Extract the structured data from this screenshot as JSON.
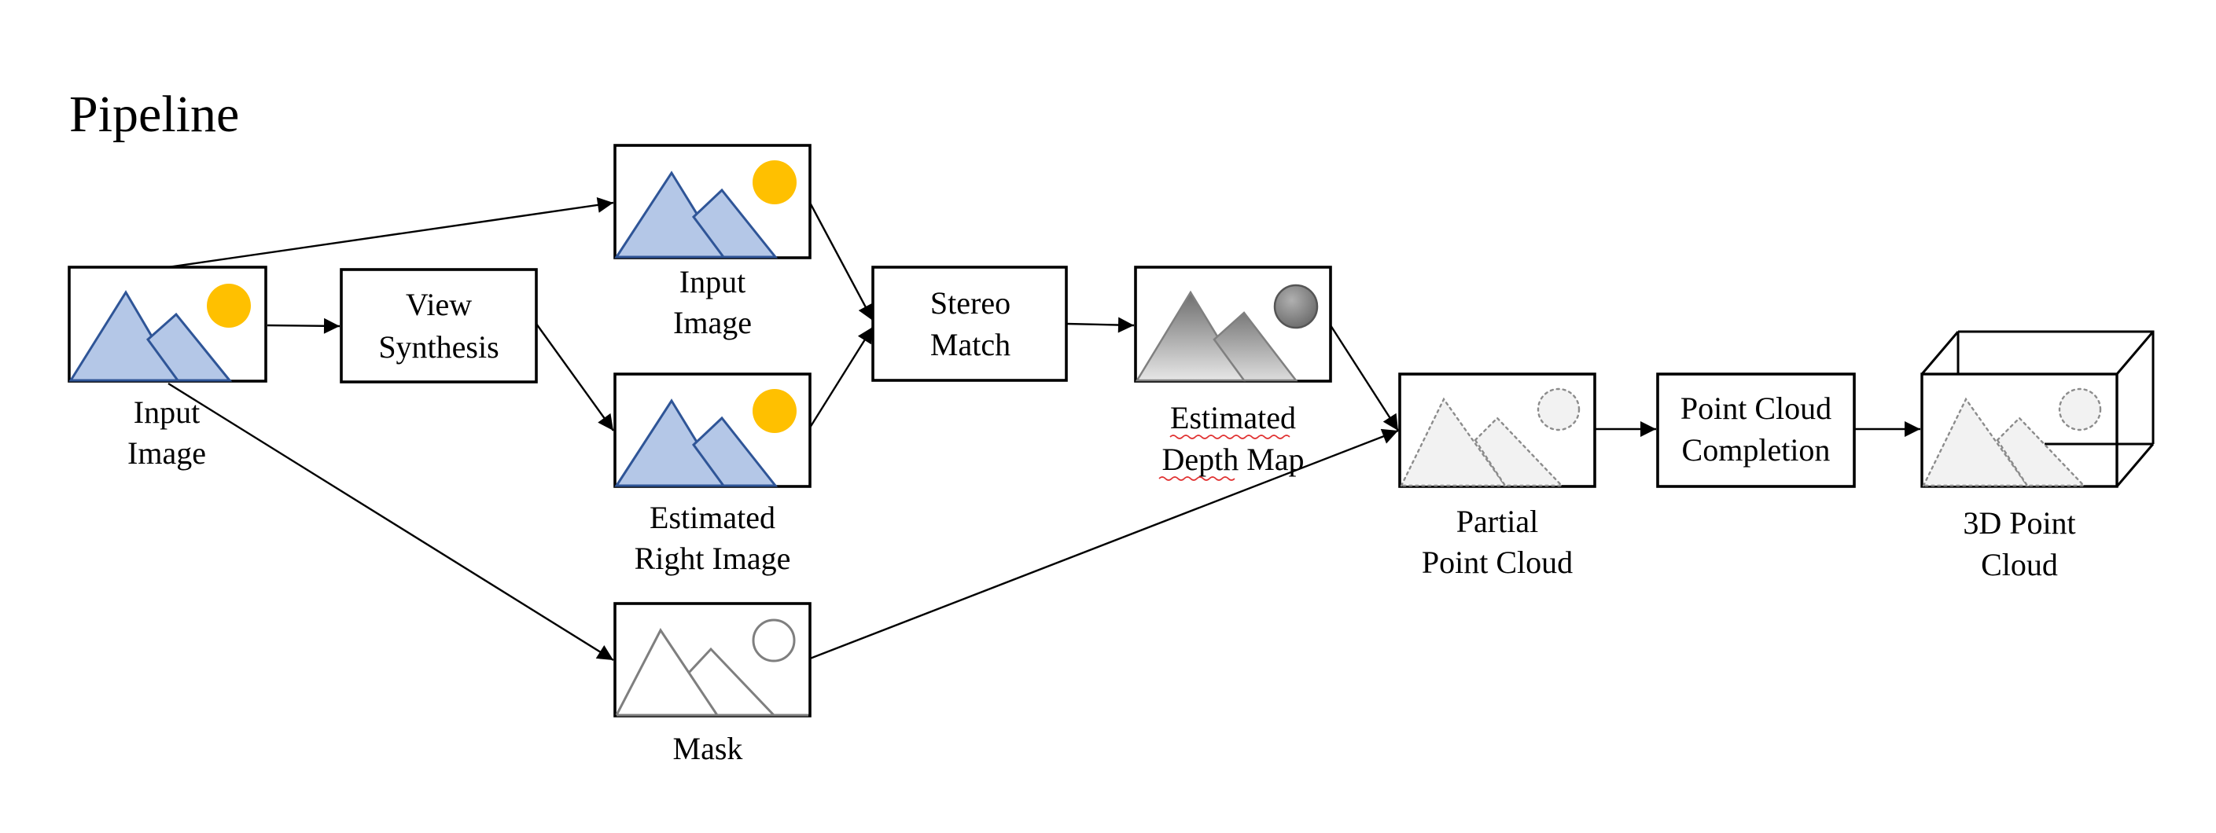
{
  "title": "Pipeline",
  "nodes": {
    "input_image": {
      "line1": "Input",
      "line2": "Image"
    },
    "view_synthesis": {
      "line1": "View",
      "line2": "Synthesis"
    },
    "top_input_image": {
      "line1": "Input",
      "line2": "Image"
    },
    "estimated_right_image": {
      "line1": "Estimated",
      "line2": "Right Image"
    },
    "mask": {
      "line1": "Mask"
    },
    "stereo_match": {
      "line1": "Stereo",
      "line2": "Match"
    },
    "estimated_depth_map": {
      "line1": "Estimated",
      "line2": "Depth Map"
    },
    "partial_point_cloud": {
      "line1": "Partial",
      "line2": "Point Cloud"
    },
    "point_cloud_completion": {
      "line1": "Point Cloud",
      "line2": "Completion"
    },
    "point_cloud_3d": {
      "line1": "3D Point",
      "line2": "Cloud"
    }
  },
  "colors": {
    "mountain_fill": "#b4c7e7",
    "mountain_stroke": "#2f5597",
    "sun": "#ffc000",
    "depth_dark": "#707070",
    "depth_light": "#e0e0e0",
    "mask_stroke": "#7f7f7f",
    "point_fill": "#f2f2f2",
    "point_stroke": "#8c8c8c",
    "spellcheck_underline": "#e03030"
  }
}
